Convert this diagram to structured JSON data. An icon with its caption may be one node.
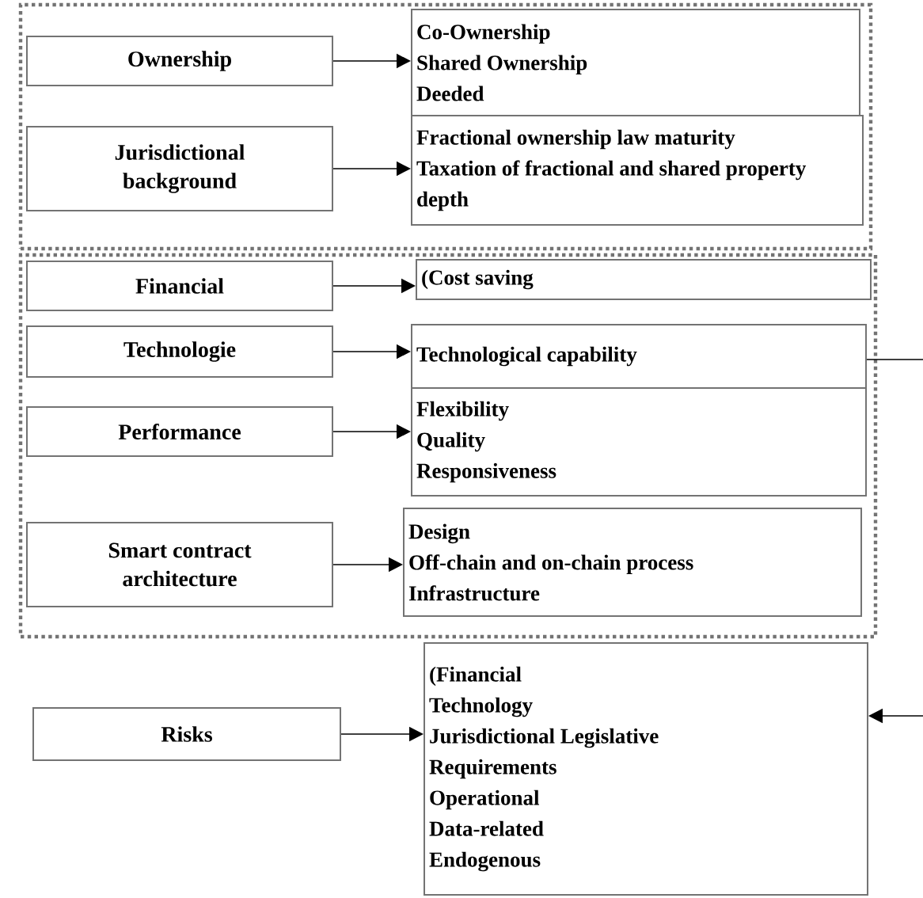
{
  "diagram": {
    "nodes": [
      {
        "text": [],
        "shape": "box"
      },
      {
        "text": [
          "Ownership"
        ],
        "in": 0
      },
      {
        "text": [
          "Co-Ownership",
          "Shared Ownership",
          "Deeded"
        ],
        "in": 0
      },
      {
        "text": [
          "Jurisdictional background"
        ],
        "in": 0
      },
      {
        "text": [
          "Fractional ownership law maturity",
          "Taxation of fractional and shared property depth"
        ],
        "in": 0
      },
      {
        "text": [],
        "shape": "box"
      },
      {
        "text": [
          "Financial"
        ],
        "in": 5
      },
      {
        "text": [
          "(Cost saving"
        ],
        "in": 5
      },
      {
        "text": [
          "Technologie"
        ],
        "in": 5
      },
      {
        "text": [
          "Technological capability"
        ],
        "in": 5
      },
      {
        "text": [
          "Performance"
        ],
        "in": 5
      },
      {
        "text": [
          "Flexibility",
          "Quality",
          "Responsiveness"
        ],
        "in": 5
      },
      {
        "text": [
          "Smart contract architecture"
        ],
        "in": 5
      },
      {
        "text": [
          "Design",
          "Off-chain and on-chain process",
          "Infrastructure"
        ],
        "in": 5
      },
      {
        "text": [
          "Risks"
        ]
      },
      {
        "text": [
          "(Financial",
          "Technology",
          "Jurisdictional Legislative",
          "Requirements",
          "Operational",
          "Data-related",
          "Endogenous"
        ]
      }
    ],
    "edges": [
      {
        "from": 1,
        "to": 2,
        "arrow": "to"
      },
      {
        "from": 3,
        "to": 4,
        "arrow": "to"
      },
      {
        "from": 6,
        "to": 7,
        "arrow": "to"
      },
      {
        "from": 8,
        "to": 9,
        "arrow": "to"
      },
      {
        "from": 10,
        "to": 11,
        "arrow": "to"
      },
      {
        "from": 12,
        "to": 13,
        "arrow": "to"
      },
      {
        "from": 14,
        "to": 15,
        "arrow": "to"
      },
      {
        "from": 9,
        "to": null,
        "arrow": "none"
      },
      {
        "from": null,
        "to": 15,
        "arrow": "to"
      }
    ]
  }
}
